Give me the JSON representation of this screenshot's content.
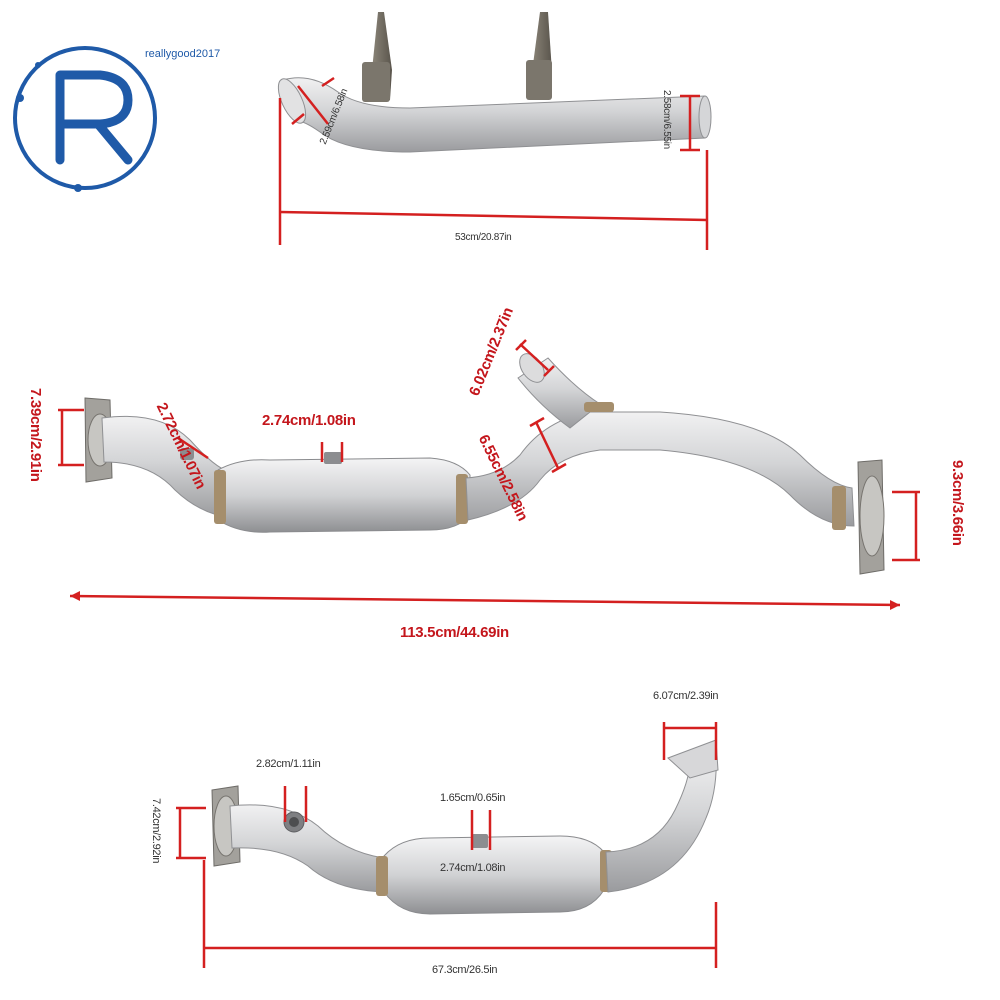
{
  "watermark": {
    "text": "reallygood2017",
    "logo_letter": "R",
    "color": "#1f5aa8"
  },
  "colors": {
    "dimension_line": "#d42020",
    "pipe": "#c9cacc",
    "pipe_shade": "#9b9c9f",
    "weld": "#7a6a55"
  },
  "part1": {
    "left_diameter": "2.59cm/6.58in",
    "right_diameter": "2.58cm/6.55in",
    "length": "53cm/20.87in"
  },
  "part2": {
    "left_flange": "7.39cm/2.91in",
    "o2_port_1": "2.72cm/1.07in",
    "o2_port_2": "2.74cm/1.08in",
    "branch_outer": "6.02cm/2.37in",
    "branch_inner": "6.55cm/2.58in",
    "right_flange": "9.3cm/3.66in",
    "length": "113.5cm/44.69in"
  },
  "part3": {
    "o2_port_1": "2.82cm/1.11in",
    "o2_port_2_top": "1.65cm/0.65in",
    "o2_port_2_bottom": "2.74cm/1.08in",
    "outlet": "6.07cm/2.39in",
    "flange": "7.42cm/2.92in",
    "length": "67.3cm/26.5in"
  }
}
